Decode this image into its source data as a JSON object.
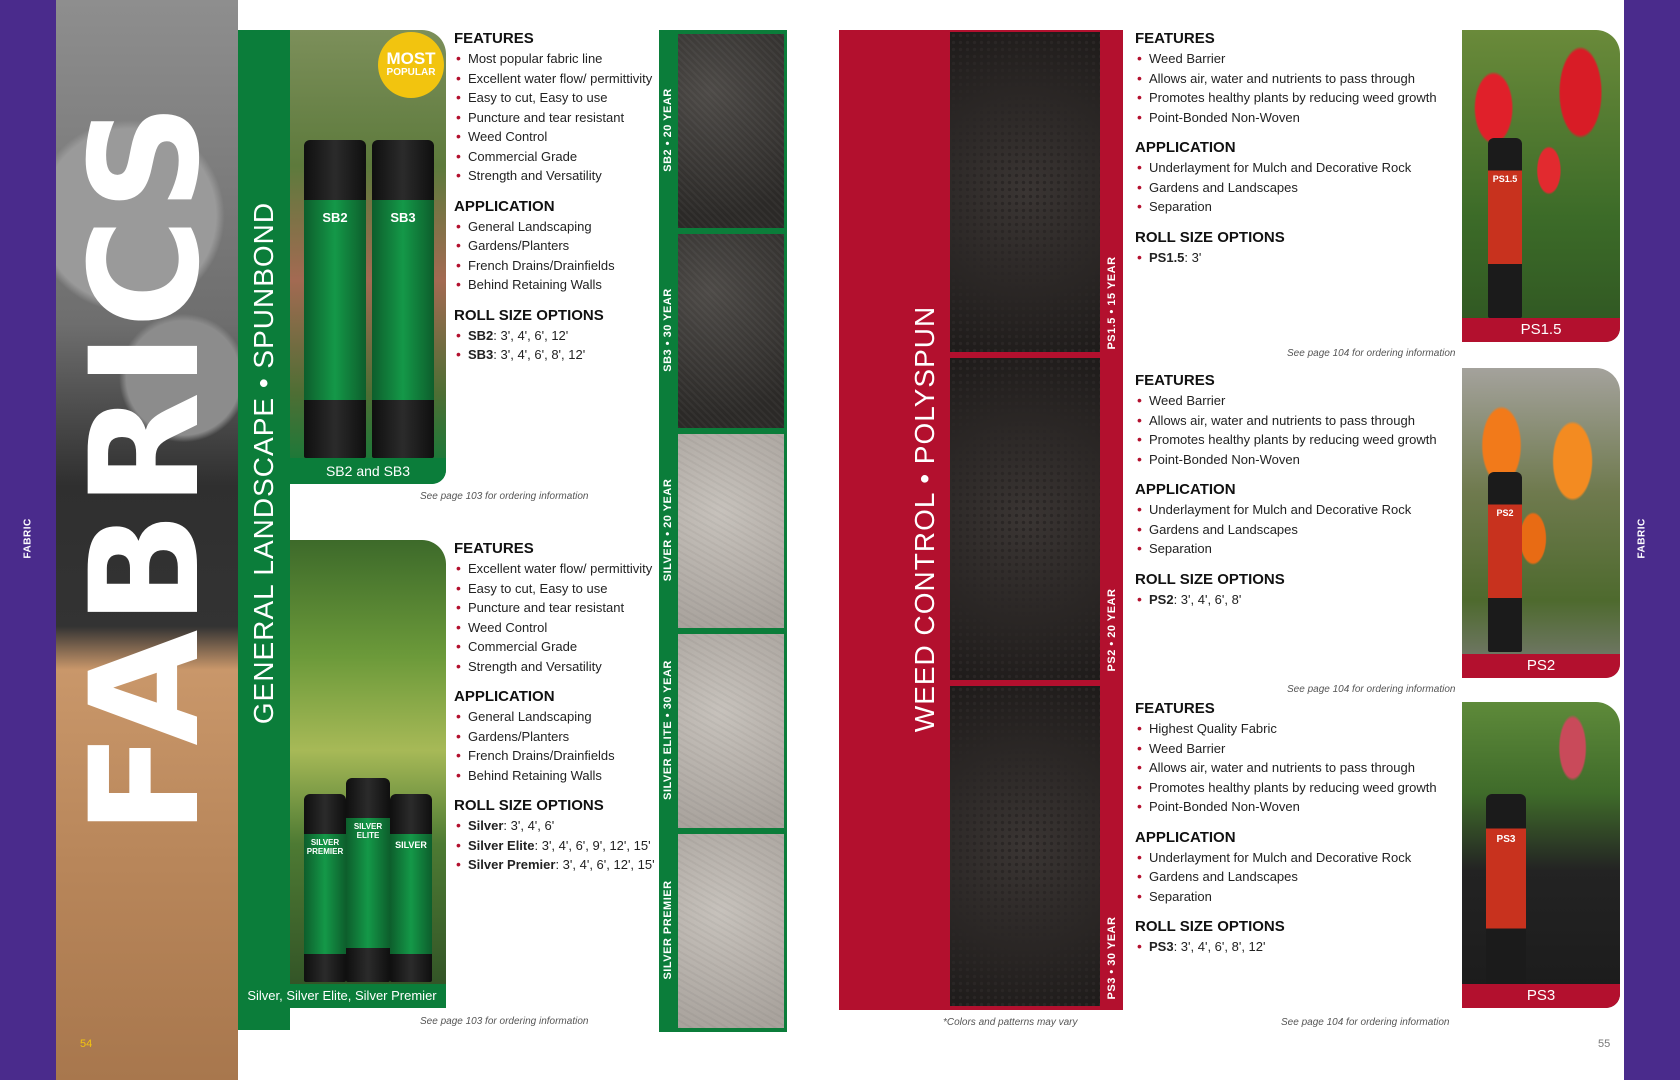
{
  "left_page": {
    "edge_label": "FABRIC",
    "section_word": "FABRICS",
    "page_number": "54",
    "band_title": "GENERAL LANDSCAPE • SPUNBOND",
    "products": [
      {
        "badge_line1": "MOST",
        "badge_line2": "POPULAR",
        "caption": "SB2 and SB3",
        "roll_labels": [
          "SB2",
          "SB3"
        ],
        "features_heading": "FEATURES",
        "features": [
          "Most popular fabric line",
          "Excellent water flow/ permittivity",
          "Easy to cut, Easy to use",
          "Puncture and tear resistant",
          "Weed Control",
          "Commercial Grade",
          "Strength and Versatility"
        ],
        "application_heading": "APPLICATION",
        "application": [
          "General Landscaping",
          "Gardens/Planters",
          "French Drains/Drainfields",
          "Behind Retaining Walls"
        ],
        "roll_heading": "ROLL SIZE OPTIONS",
        "roll_sizes": [
          {
            "name": "SB2",
            "sizes": ": 3', 4', 6', 12'"
          },
          {
            "name": "SB3",
            "sizes": ": 3', 4', 6', 8', 12'"
          }
        ],
        "note": "See page 103 for ordering information"
      },
      {
        "caption": "Silver, Silver Elite, Silver Premier",
        "roll_labels": [
          "SILVER PREMIER",
          "SILVER ELITE",
          "SILVER"
        ],
        "features_heading": "FEATURES",
        "features": [
          "Excellent water flow/ permittivity",
          "Easy to cut, Easy to use",
          "Puncture and tear resistant",
          "Weed Control",
          "Commercial Grade",
          "Strength and Versatility"
        ],
        "application_heading": "APPLICATION",
        "application": [
          "General Landscaping",
          "Gardens/Planters",
          "French Drains/Drainfields",
          "Behind Retaining Walls"
        ],
        "roll_heading": "ROLL SIZE OPTIONS",
        "roll_sizes": [
          {
            "name": "Silver",
            "sizes": ": 3', 4', 6'"
          },
          {
            "name": "Silver Elite",
            "sizes": ": 3', 4', 6', 9', 12', 15'"
          },
          {
            "name": "Silver Premier",
            "sizes": ": 3', 4', 6', 12', 15'"
          }
        ],
        "note": "See page 103 for ordering information"
      }
    ],
    "swatches": [
      "SB2 • 20 YEAR",
      "SB3 • 30 YEAR",
      "SILVER • 20 YEAR",
      "SILVER ELITE • 30 YEAR",
      "SILVER PREMIER"
    ]
  },
  "right_page": {
    "edge_label": "FABRIC",
    "page_number": "55",
    "band_title": "WEED CONTROL • POLYSPUN",
    "swatches": [
      "PS1.5 • 15 YEAR",
      "PS2 • 20 YEAR",
      "PS3 • 30 YEAR"
    ],
    "colors_note": "*Colors and patterns may vary",
    "products": [
      {
        "caption": "PS1.5",
        "roll_label": "PS1.5",
        "features_heading": "FEATURES",
        "features": [
          "Weed Barrier",
          "Allows air, water and nutrients to pass through",
          "Promotes healthy plants by reducing weed growth",
          "Point-Bonded Non-Woven"
        ],
        "application_heading": "APPLICATION",
        "application": [
          "Underlayment for Mulch and Decorative Rock",
          "Gardens and Landscapes",
          "Separation"
        ],
        "roll_heading": "ROLL SIZE OPTIONS",
        "roll_sizes": [
          {
            "name": "PS1.5",
            "sizes": ": 3'"
          }
        ],
        "note": "See page 104 for ordering information"
      },
      {
        "caption": "PS2",
        "roll_label": "PS2",
        "features_heading": "FEATURES",
        "features": [
          "Weed Barrier",
          "Allows air, water and nutrients to pass through",
          "Promotes healthy plants by reducing weed growth",
          "Point-Bonded Non-Woven"
        ],
        "application_heading": "APPLICATION",
        "application": [
          "Underlayment for Mulch and Decorative Rock",
          "Gardens and Landscapes",
          "Separation"
        ],
        "roll_heading": "ROLL SIZE OPTIONS",
        "roll_sizes": [
          {
            "name": "PS2",
            "sizes": ": 3', 4', 6', 8'"
          }
        ],
        "note": "See page 104 for ordering information"
      },
      {
        "caption": "PS3",
        "roll_label": "PS3",
        "features_heading": "FEATURES",
        "features": [
          "Highest Quality Fabric",
          "Weed Barrier",
          "Allows air, water and nutrients to pass through",
          "Promotes healthy plants by reducing weed growth",
          "Point-Bonded Non-Woven"
        ],
        "application_heading": "APPLICATION",
        "application": [
          "Underlayment for Mulch and Decorative Rock",
          "Gardens and Landscapes",
          "Separation"
        ],
        "roll_heading": "ROLL SIZE OPTIONS",
        "roll_sizes": [
          {
            "name": "PS3",
            "sizes": ": 3', 4', 6', 8', 12'"
          }
        ],
        "note": "See page 104 for ordering information"
      }
    ]
  },
  "colors": {
    "purple": "#4a2b8c",
    "green": "#0b7d3a",
    "red": "#b3102e",
    "badge_yellow": "#f2c40f"
  }
}
